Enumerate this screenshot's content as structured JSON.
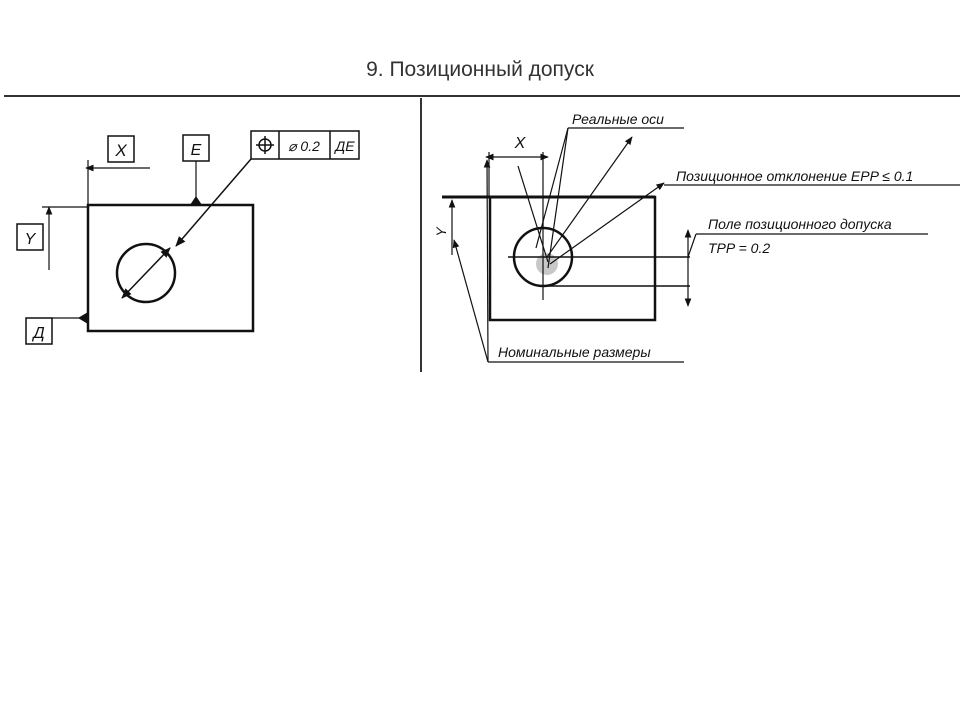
{
  "title": "9. Позиционный допуск",
  "left": {
    "box_x": "X",
    "box_y": "Y",
    "box_e": "E",
    "box_d": "Д",
    "frame_symbol": "⌖",
    "frame_value": "⌀ 0.2",
    "frame_datums": "ДЕ"
  },
  "right": {
    "label_x": "X",
    "label_y": "Y",
    "real_axes": "Реальные оси",
    "position_deviation": "Позиционное отклонение  EPP ≤ 0.1",
    "tolerance_field": "Поле позиционного допуска",
    "tpp": "TPP = 0.2",
    "nominal_sizes": "Номинальные размеры"
  },
  "colors": {
    "line": "#111111",
    "title": "#333333",
    "highlight": "#c8c8c8"
  }
}
